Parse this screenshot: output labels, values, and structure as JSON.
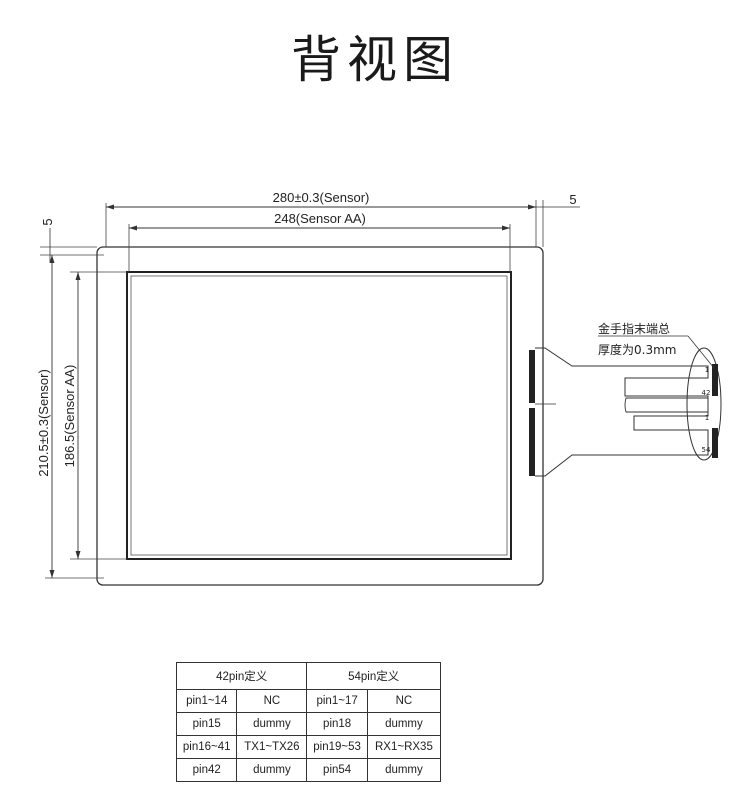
{
  "title": "背视图",
  "dimensions": {
    "width_sensor": "280±0.3(Sensor)",
    "width_aa": "248(Sensor AA)",
    "height_sensor": "210.5±0.3(Sensor)",
    "height_aa": "186.5(Sensor AA)",
    "top_margin": "5",
    "right_margin": "5"
  },
  "annotations": {
    "gold_finger_line1": "金手指末端总",
    "gold_finger_line2": "厚度为0.3mm",
    "pin_upper_start": "1",
    "pin_upper_end": "42",
    "pin_lower_start": "1",
    "pin_lower_end": "54"
  },
  "pin_table": {
    "header_42": "42pin定义",
    "header_54": "54pin定义",
    "rows": [
      {
        "p42": "pin1~14",
        "d42": "NC",
        "p54": "pin1~17",
        "d54": "NC"
      },
      {
        "p42": "pin15",
        "d42": "dummy",
        "p54": "pin18",
        "d54": "dummy"
      },
      {
        "p42": "pin16~41",
        "d42": "TX1~TX26",
        "p54": "pin19~53",
        "d54": "RX1~RX35"
      },
      {
        "p42": "pin42",
        "d42": "dummy",
        "p54": "pin54",
        "d54": "dummy"
      }
    ]
  }
}
